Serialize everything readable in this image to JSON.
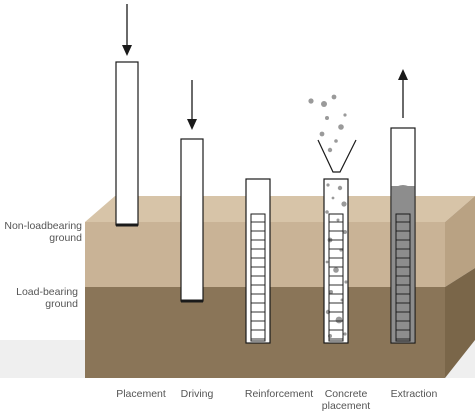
{
  "layers": {
    "upper": {
      "label_line1": "Non-loadbearing",
      "label_line2": "ground"
    },
    "lower": {
      "label_line1": "Load-bearing",
      "label_line2": "ground"
    }
  },
  "stages": [
    {
      "label": "Placement"
    },
    {
      "label": "Driving"
    },
    {
      "label": "Reinforcement"
    },
    {
      "label_line1": "Concrete",
      "label_line2": "placement"
    },
    {
      "label": "Extraction"
    }
  ],
  "colors": {
    "upper_soil": "#c9b396",
    "upper_soil_top": "#d7c4a8",
    "lower_soil": "#8a7558",
    "ground_base": "#efefef",
    "casing": "#ffffff",
    "outline": "#1a1a1a",
    "concrete": "#9a9a9a",
    "label_text": "#555555"
  }
}
